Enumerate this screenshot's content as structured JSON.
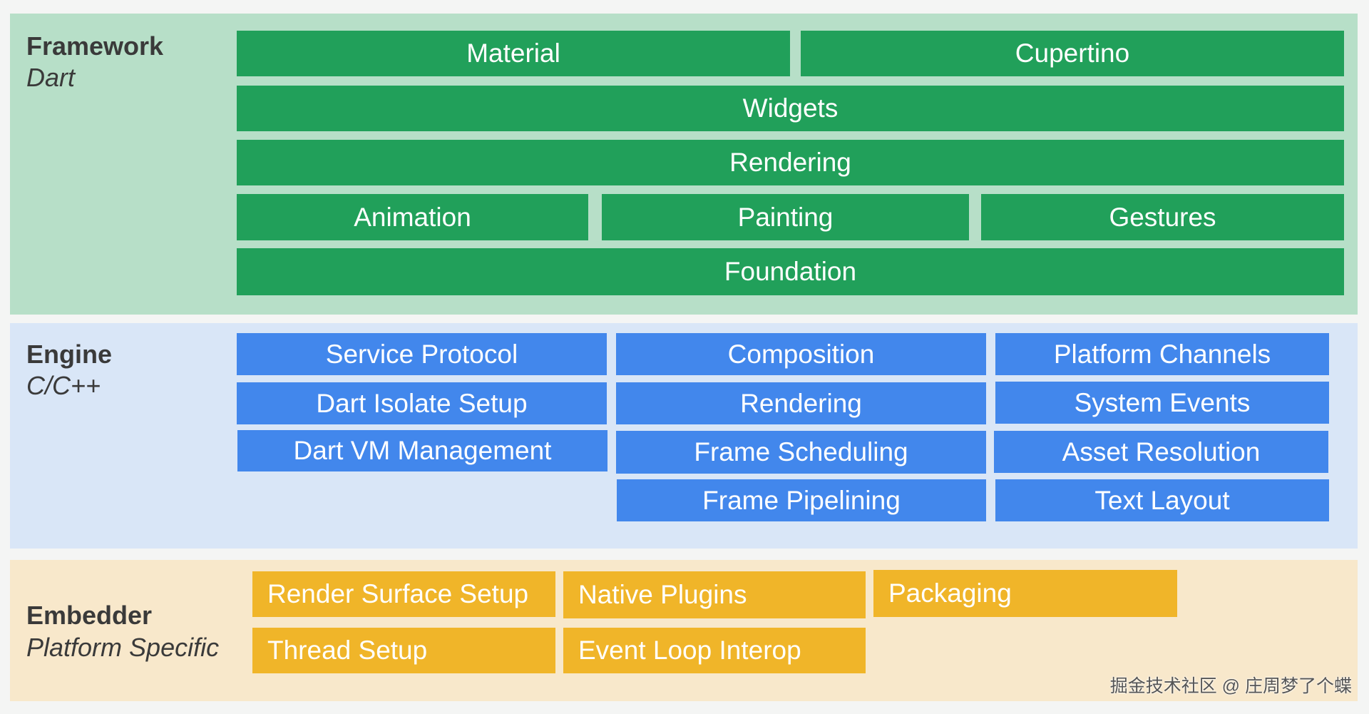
{
  "framework": {
    "title": "Framework",
    "language": "Dart",
    "blocks": {
      "material": "Material",
      "cupertino": "Cupertino",
      "widgets": "Widgets",
      "rendering": "Rendering",
      "animation": "Animation",
      "painting": "Painting",
      "gestures": "Gestures",
      "foundation": "Foundation"
    }
  },
  "engine": {
    "title": "Engine",
    "language": "C/C++",
    "blocks": {
      "service_protocol": "Service Protocol",
      "dart_isolate_setup": "Dart Isolate Setup",
      "dart_vm_management": "Dart VM Management",
      "composition": "Composition",
      "rendering": "Rendering",
      "frame_scheduling": "Frame Scheduling",
      "frame_pipelining": "Frame Pipelining",
      "platform_channels": "Platform Channels",
      "system_events": "System Events",
      "asset_resolution": "Asset Resolution",
      "text_layout": "Text Layout"
    }
  },
  "embedder": {
    "title": "Embedder",
    "language": "Platform Specific",
    "blocks": {
      "render_surface_setup": "Render Surface Setup",
      "native_plugins": "Native Plugins",
      "packaging": "Packaging",
      "thread_setup": "Thread Setup",
      "event_loop_interop": "Event Loop Interop"
    }
  },
  "watermark": "掘金技术社区 @ 庄周梦了个蝶",
  "colors": {
    "framework_bg": "#b7dfc8",
    "framework_block": "#21a05a",
    "engine_bg": "#d9e6f7",
    "engine_block": "#4287ec",
    "embedder_bg": "#f8e8cb",
    "embedder_block": "#f0b529"
  }
}
